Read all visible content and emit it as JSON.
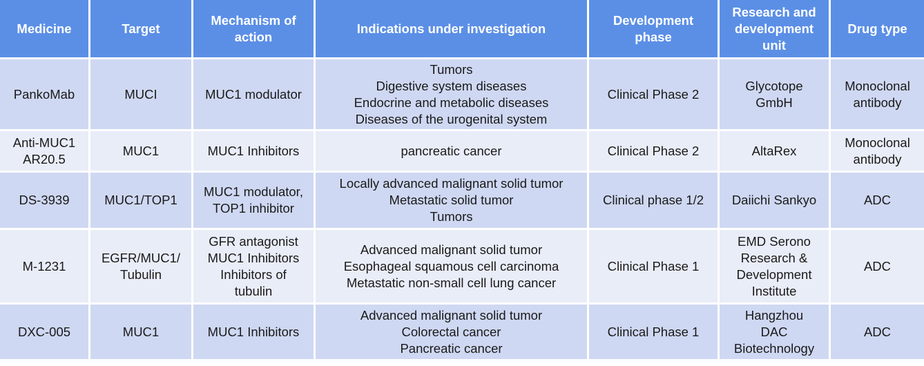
{
  "headers": [
    "Medicine",
    "Target",
    "Mechanism of action",
    "Indications under investigation",
    "Development phase",
    "Research and development unit",
    "Drug type"
  ],
  "header_lines": [
    [
      "Medicine"
    ],
    [
      "Target"
    ],
    [
      "Mechanism of",
      "action"
    ],
    [
      "Indications under investigation"
    ],
    [
      "Development",
      "phase"
    ],
    [
      "Research and",
      "development",
      "unit"
    ],
    [
      "Drug type"
    ]
  ],
  "rows": [
    {
      "medicine": [
        "PankoMab"
      ],
      "target": [
        "MUCI"
      ],
      "mechanism": [
        "MUC1 modulator"
      ],
      "indications": [
        "Tumors",
        "Digestive system diseases",
        "Endocrine and metabolic diseases",
        "Diseases of the urogenital system"
      ],
      "phase": [
        "Clinical Phase 2"
      ],
      "unit": [
        "Glycotope",
        "GmbH"
      ],
      "type": [
        "Monoclonal",
        "antibody"
      ]
    },
    {
      "medicine": [
        "Anti-MUC1",
        "AR20.5"
      ],
      "target": [
        "MUC1"
      ],
      "mechanism": [
        "MUC1 Inhibitors"
      ],
      "indications": [
        "pancreatic cancer"
      ],
      "phase": [
        "Clinical Phase 2"
      ],
      "unit": [
        "AltaRex"
      ],
      "type": [
        "Monoclonal",
        "antibody"
      ]
    },
    {
      "medicine": [
        "DS-3939"
      ],
      "target": [
        "MUC1/TOP1"
      ],
      "mechanism": [
        "MUC1 modulator,",
        "TOP1 inhibitor"
      ],
      "indications": [
        "Locally advanced malignant solid tumor",
        "Metastatic solid tumor",
        "Tumors"
      ],
      "phase": [
        "Clinical phase 1/2"
      ],
      "unit": [
        "Daiichi Sankyo"
      ],
      "type": [
        "ADC"
      ]
    },
    {
      "medicine": [
        "M-1231"
      ],
      "target": [
        "EGFR/MUC1/",
        "Tubulin"
      ],
      "mechanism": [
        "GFR antagonist",
        "MUC1 Inhibitors",
        "Inhibitors of",
        "tubulin"
      ],
      "indications": [
        "Advanced malignant solid tumor",
        "Esophageal squamous cell carcinoma",
        "Metastatic non-small cell lung cancer"
      ],
      "phase": [
        "Clinical Phase 1"
      ],
      "unit": [
        "EMD Serono",
        "Research &",
        "Development",
        "Institute"
      ],
      "type": [
        "ADC"
      ]
    },
    {
      "medicine": [
        "DXC-005"
      ],
      "target": [
        "MUC1"
      ],
      "mechanism": [
        "MUC1 Inhibitors"
      ],
      "indications": [
        "Advanced malignant solid tumor",
        "Colorectal cancer",
        "Pancreatic cancer"
      ],
      "phase": [
        "Clinical Phase 1"
      ],
      "unit": [
        "Hangzhou",
        "DAC",
        "Biotechnology"
      ],
      "type": [
        "ADC"
      ]
    }
  ],
  "colors": {
    "header_bg": "#5b8fe6",
    "header_text": "#ffffff",
    "row_odd_bg": "#cfd8f2",
    "row_even_bg": "#e9edf8",
    "cell_text": "#1a1a1a"
  }
}
